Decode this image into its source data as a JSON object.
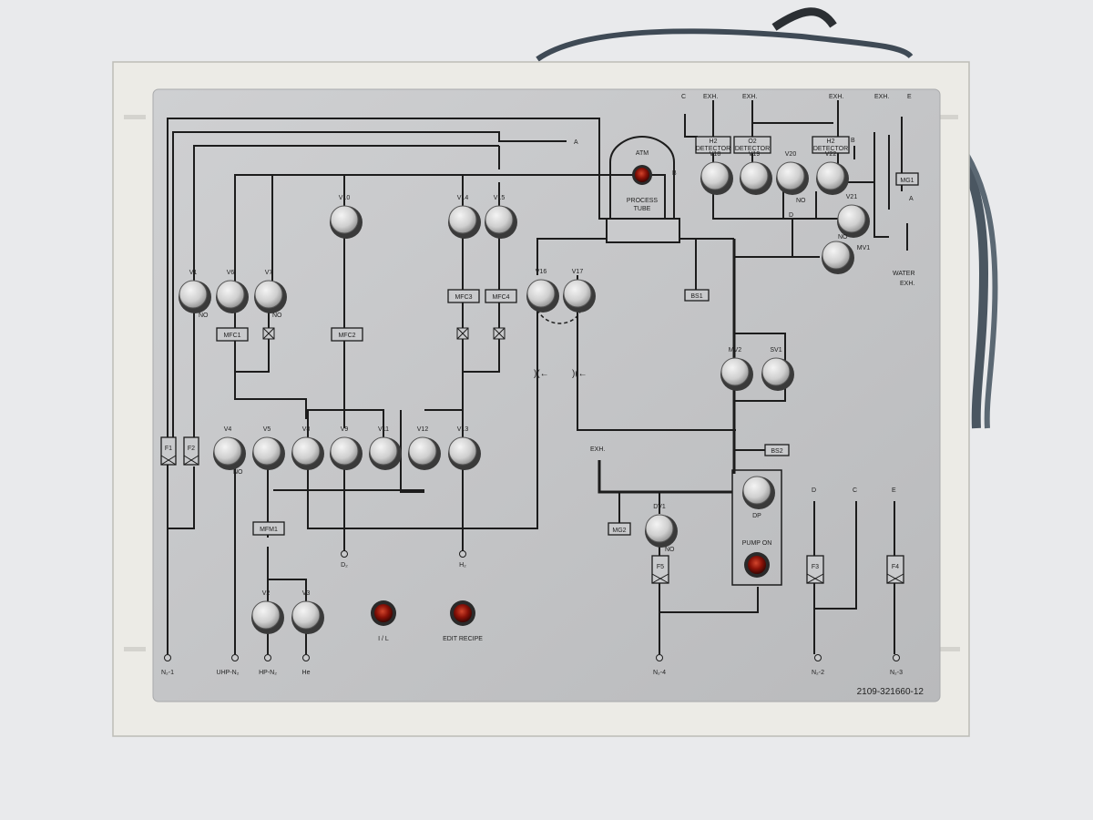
{
  "colors": {
    "background": "#e9eaec",
    "frame": "#ecebe6",
    "plate": "#c3c4c6",
    "line": "#1c1c1c",
    "lamp": "#8a1208",
    "knob": "#d4d4d4"
  },
  "valves": [
    {
      "label": "V1"
    },
    {
      "label": "V6"
    },
    {
      "label": "V7"
    },
    {
      "label": "V10"
    },
    {
      "label": "V14"
    },
    {
      "label": "V15"
    },
    {
      "label": "V16"
    },
    {
      "label": "V17"
    },
    {
      "label": "V18"
    },
    {
      "label": "V19"
    },
    {
      "label": "V20"
    },
    {
      "label": "V22"
    },
    {
      "label": "V21"
    },
    {
      "label": "MV1"
    },
    {
      "label": "MV2"
    },
    {
      "label": "SV1"
    },
    {
      "label": "V4"
    },
    {
      "label": "V5"
    },
    {
      "label": "V8"
    },
    {
      "label": "V9"
    },
    {
      "label": "V11"
    },
    {
      "label": "V12"
    },
    {
      "label": "V13"
    },
    {
      "label": "DV1"
    },
    {
      "label": "DP"
    },
    {
      "label": "V2"
    },
    {
      "label": "V3"
    }
  ],
  "boxes": [
    {
      "label": "MFC1"
    },
    {
      "label": "MFC2"
    },
    {
      "label": "MFC3"
    },
    {
      "label": "MFC4"
    },
    {
      "label": "MFM1"
    },
    {
      "label": "BS1"
    },
    {
      "label": "BS2"
    },
    {
      "label": "MG1"
    },
    {
      "label": "MG2"
    }
  ],
  "filters": [
    {
      "label": "F1"
    },
    {
      "label": "F2"
    },
    {
      "label": "F3"
    },
    {
      "label": "F4"
    },
    {
      "label": "F5"
    }
  ],
  "detectors": [
    {
      "line1": "H2",
      "line2": "DETECTOR"
    },
    {
      "line1": "O2",
      "line2": "DETECTOR"
    },
    {
      "line1": "H2",
      "line2": "DETECTOR"
    }
  ],
  "no_labels": [
    "NO",
    "NO",
    "NO",
    "NO",
    "NO",
    "NO"
  ],
  "process_tube": {
    "atm": "ATM",
    "line1": "PROCESS",
    "line2": "TUBE"
  },
  "lamps": [
    {
      "label": "I / L"
    },
    {
      "label": "EDIT RECIPE"
    },
    {
      "label": "PUMP  ON"
    }
  ],
  "letters": {
    "a1": "A",
    "a2": "A",
    "b1": "B",
    "b2": "B",
    "c1": "C",
    "c2": "C",
    "d1": "D",
    "d2": "D",
    "e1": "E",
    "e2": "E",
    "exh1": "EXH.",
    "exh2": "EXH.",
    "exh3": "EXH.",
    "exh4": "EXH.",
    "exh5": "EXH.",
    "water1": "WATER",
    "water2": "EXH."
  },
  "ports": [
    {
      "label": "N₂-1"
    },
    {
      "label": "UHP-N₂"
    },
    {
      "label": "HP-N₂"
    },
    {
      "label": "He"
    },
    {
      "label": "D₂"
    },
    {
      "label": "H₂"
    },
    {
      "label": "N₂-4"
    },
    {
      "label": "N₂-2"
    },
    {
      "label": "N₂-3"
    }
  ],
  "part_number": "2109-321660-12"
}
